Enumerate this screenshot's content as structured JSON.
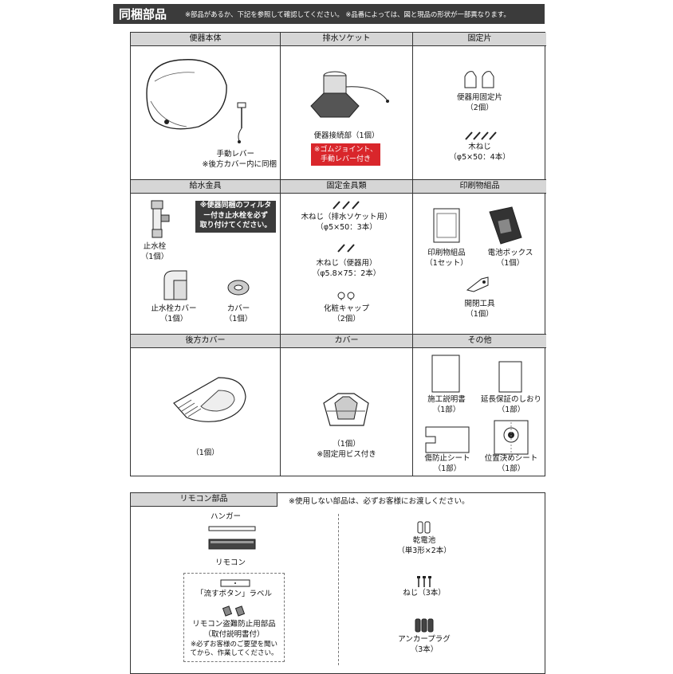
{
  "header": {
    "title": "同梱部品",
    "note": "※部品があるか、下記を参照して確認してください。 ※品番によっては、図と現品の形状が一部異なります。"
  },
  "cells": {
    "toilet": {
      "title": "便器本体",
      "lever": "手動レバー",
      "lever_note": "※後方カバー内に同梱"
    },
    "socket": {
      "title": "排水ソケット",
      "name": "便器接続部（1個）",
      "red_line1": "※ゴムジョイント、",
      "red_line2": "手動レバー付き"
    },
    "fixing": {
      "title": "固定片",
      "piece": "便器用固定片",
      "piece_qty": "（2個）",
      "screw": "木ねじ",
      "screw_spec": "（φ5×50：4本）"
    },
    "water": {
      "title": "給水金具",
      "warn1": "※便器同梱のフィルタ",
      "warn2": "ー付き止水栓を必ず",
      "warn3": "取り付けてください。",
      "valve": "止水栓",
      "valve_qty": "（1個）",
      "vcover": "止水栓カバー",
      "vcover_qty": "（1個）",
      "cover": "カバー",
      "cover_qty": "（1個）"
    },
    "fastener": {
      "title": "固定金具類",
      "s1": "木ねじ（排水ソケット用）",
      "s1_spec": "（φ5×50：3本）",
      "s2": "木ねじ（便器用）",
      "s2_spec": "（φ5.8×75：2本）",
      "cap": "化粧キャップ",
      "cap_qty": "（2個）"
    },
    "print": {
      "title": "印刷物組品",
      "docs": "印刷物組品",
      "docs_qty": "（1セット）",
      "battery_box": "電池ボックス",
      "battery_box_qty": "（1個）",
      "tool": "開閉工具",
      "tool_qty": "（1個）"
    },
    "rear": {
      "title": "後方カバー",
      "qty": "（1個）"
    },
    "cover2": {
      "title": "カバー",
      "qty": "（1個）",
      "note": "※固定用ビス付き"
    },
    "other": {
      "title": "その他",
      "manual": "施工説明書",
      "manual_qty": "（1部）",
      "warranty": "延長保証のしおり",
      "warranty_qty": "（1部）",
      "sheet": "傷防止シート",
      "sheet_qty": "（1部）",
      "position": "位置決めシート",
      "position_qty": "（1部）"
    }
  },
  "remocon": {
    "title": "リモコン部品",
    "note": "※使用しない部品は、必ずお客様にお渡しください。",
    "hanger": "ハンガー",
    "remote": "リモコン",
    "label": "「流すボタン」ラベル",
    "anti": "リモコン盗難防止用部品",
    "anti2": "（取付説明書付）",
    "caution1": "※必ずお客様のご要望を聞い",
    "caution2": "てから、作業してください。",
    "batt": "乾電池",
    "batt_spec": "（単3形×2本）",
    "screw": "ねじ（3本）",
    "anchor": "アンカープラグ",
    "anchor_qty": "（3本）"
  },
  "colors": {
    "header_bg": "#3b3b3b",
    "cell_header": "#d6d6d6",
    "red": "#d9262b"
  }
}
